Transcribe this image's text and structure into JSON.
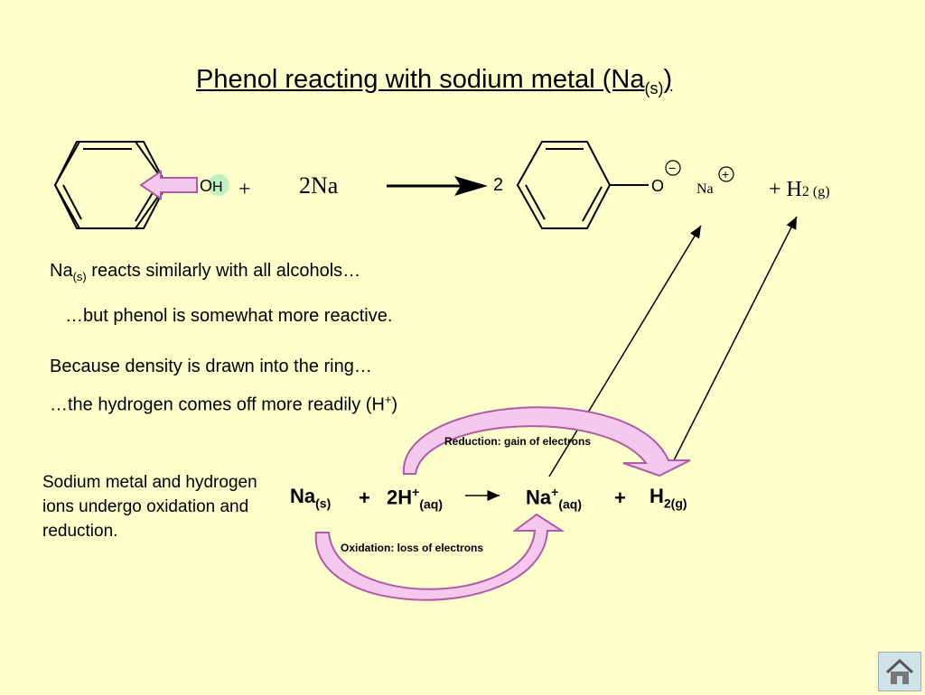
{
  "title": {
    "main": "Phenol reacting with sodium metal (Na",
    "sub": "(s)",
    "close": ")"
  },
  "reaction": {
    "oh_o": "O",
    "oh_h": "H",
    "plus1": "+",
    "sodium": "2Na",
    "coef": "2",
    "phenoxide_o": "O",
    "minus": "−",
    "na_ion": "Na",
    "plus_ion": "+",
    "h2_plus": "+ H",
    "h2_sub": "2 (g)"
  },
  "text": {
    "line1_main": "Na",
    "line1_sub": "(s)",
    "line1_rest": " reacts similarly with all alcohols…",
    "line2": "…but phenol is somewhat more reactive.",
    "line3": "Because density is drawn into the ring…",
    "line4_main": "…the hydrogen comes off more readily (H",
    "line4_sup": "+",
    "line4_close": ")"
  },
  "equation": {
    "na": "Na",
    "na_sub": "(s)",
    "plus1": "+",
    "h": "2H",
    "h_sup": "+",
    "h_sub": "(aq)",
    "na_ion": "Na",
    "na_ion_sup": "+",
    "na_ion_sub": "(aq)",
    "plus2": "+",
    "h2": "H",
    "h2_sub": "2(g)"
  },
  "labels": {
    "reduction": "Reduction: gain of electrons",
    "oxidation": "Oxidation: loss of electrons"
  },
  "side_note": "Sodium metal and hydrogen ions undergo oxidation and reduction.",
  "colors": {
    "background": "#ffffcc",
    "arrow_fill": "#f5c8ee",
    "arrow_stroke": "#b05aa8",
    "oh_highlight": "#bff0bf"
  },
  "icons": {
    "home": "home-icon"
  }
}
